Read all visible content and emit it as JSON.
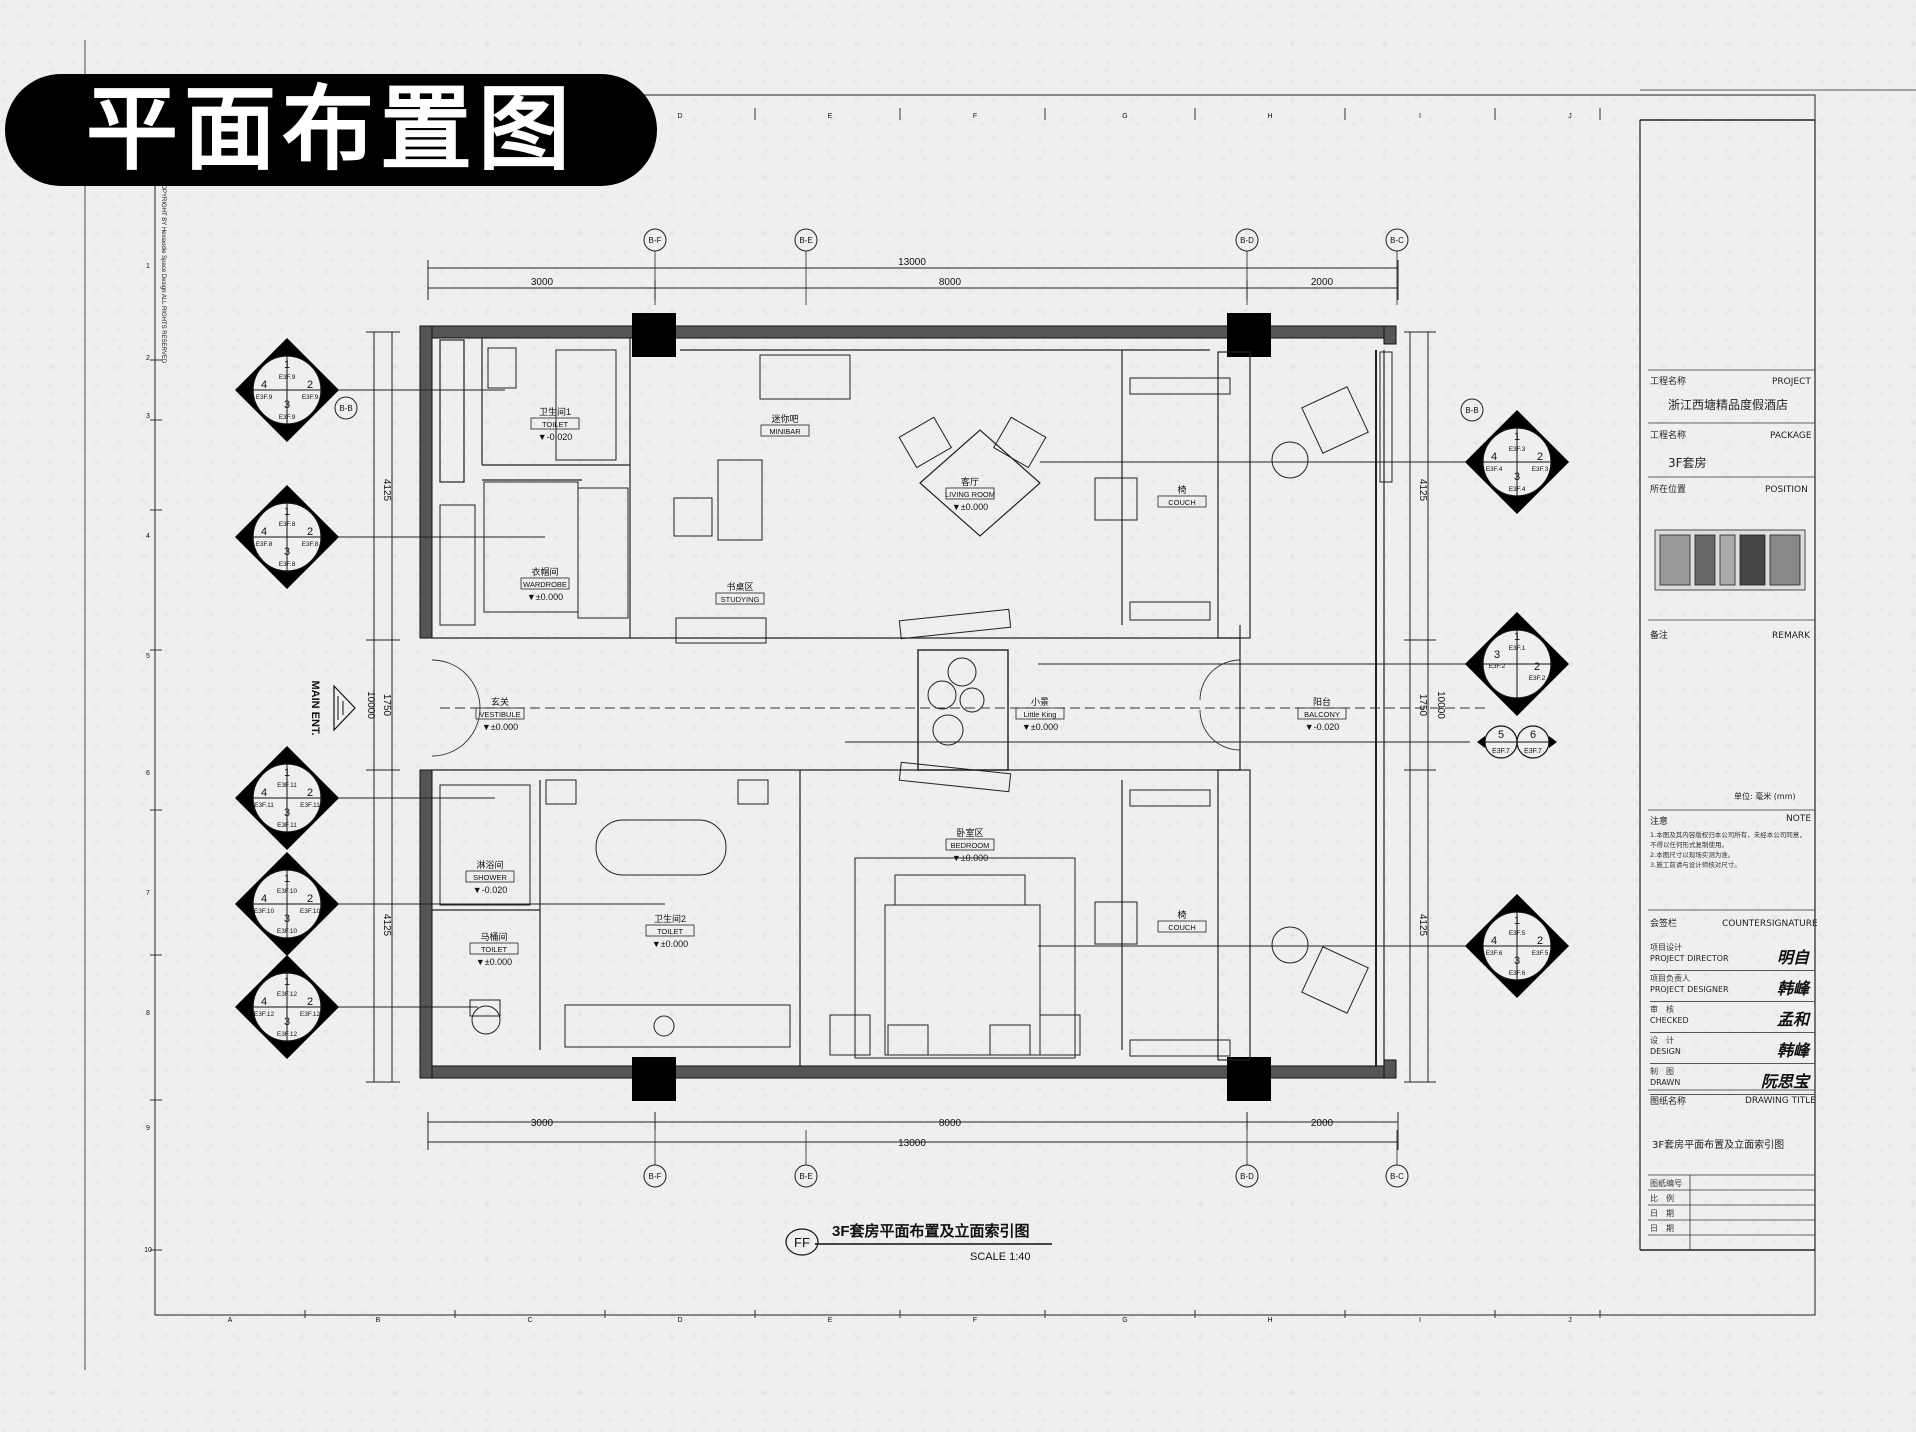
{
  "banner": {
    "title": "平面布置图"
  },
  "grid_columns_top": [
    "D",
    "E",
    "F",
    "G",
    "H",
    "I",
    "J"
  ],
  "grid_columns_bottom": [
    "A",
    "B",
    "C",
    "D",
    "E",
    "F",
    "G",
    "H",
    "I",
    "J"
  ],
  "grid_rows": [
    "1",
    "2",
    "3",
    "4",
    "5",
    "6",
    "7",
    "8",
    "9",
    "10"
  ],
  "axes_labels": [
    "B-F",
    "B-E",
    "B-D",
    "B-C"
  ],
  "dims": {
    "total": "13000",
    "seg1": "3000",
    "seg2": "8000",
    "seg3": "2000",
    "left_h1": "4125",
    "left_h2": "1750",
    "left_h3": "4125",
    "left_total": "10000",
    "right_total": "10000",
    "right_h2": "1750"
  },
  "rooms": {
    "toilet1": {
      "cn": "卫生间1",
      "en": "TOILET",
      "level": "▼-0.020"
    },
    "minibar": {
      "cn": "迷你吧",
      "en": "MINIBAR"
    },
    "living": {
      "cn": "客厅",
      "en": "LIVING ROOM",
      "level": "▼±0.000"
    },
    "couch1": {
      "cn": "椅",
      "en": "COUCH"
    },
    "wardrobe": {
      "cn": "衣帽间",
      "en": "WARDROBE",
      "level": "▼±0.000"
    },
    "studying": {
      "cn": "书桌区",
      "en": "STUDYING"
    },
    "vestibule": {
      "cn": "玄关",
      "en": "VESTIBULE",
      "level": "▼±0.000"
    },
    "littleking": {
      "cn": "小景",
      "en": "Little King",
      "level": "▼±0.000"
    },
    "balcony": {
      "cn": "阳台",
      "en": "BALCONY",
      "level": "▼-0.020"
    },
    "shower": {
      "cn": "淋浴间",
      "en": "SHOWER",
      "level": "▼-0.020"
    },
    "toilet2": {
      "cn": "卫生间2",
      "en": "TOILET",
      "level": "▼±0.000"
    },
    "wc": {
      "cn": "马桶间",
      "en": "TOILET",
      "level": "▼±0.000"
    },
    "bedroom": {
      "cn": "卧室区",
      "en": "BEDROOM",
      "level": "▼±0.000"
    },
    "couch2": {
      "cn": "椅",
      "en": "COUCH"
    }
  },
  "main_entrance": "MAIN ENT.",
  "copyright": "COPYRIGHT BY Hexiaodie Space Design ALL RIGHTS RESERVED",
  "drawing": {
    "title": "3F套房平面布置及立面索引图",
    "scale": "SCALE 1:40",
    "badge": "FF"
  },
  "title_block": {
    "project_label_cn": "工程名称",
    "project_label_en": "PROJECT",
    "project_name": "浙江西塘精品度假酒店",
    "package_label_cn": "工程名称",
    "package_label_en": "PACKAGE",
    "package_name": "3F套房",
    "position_label_cn": "所在位置",
    "position_label_en": "POSITION",
    "remark_label_cn": "备注",
    "remark_label_en": "REMARK",
    "unit": "单位: 毫米 (mm)",
    "note_label_cn": "注意",
    "note_label_en": "NOTE",
    "notes": [
      "1.本图及其内容版权归本公司所有，未经本公司同意，",
      "  不得以任何形式复制使用。",
      "2.本图尺寸以现场实测为准。",
      "3.施工前请与设计师核对尺寸。"
    ],
    "counter_label_cn": "会签栏",
    "counter_label_en": "COUNTERSIGNATURE",
    "roles": [
      {
        "cn": "项目设计",
        "en": "PROJECT DIRECTOR",
        "sign": "明自"
      },
      {
        "cn": "项目负责人",
        "en": "PROJECT DESIGNER",
        "sign": "韩峰"
      },
      {
        "cn": "审　核",
        "en": "CHECKED",
        "sign": "孟和"
      },
      {
        "cn": "设　计",
        "en": "DESIGN",
        "sign": "韩峰"
      },
      {
        "cn": "制　图",
        "en": "DRAWN",
        "sign": "阮思宝"
      }
    ],
    "drawing_label_cn": "图纸名称",
    "drawing_label_en": "DRAWING TITLE",
    "drawing_name": "3F套房平面布置及立面索引图",
    "footer_rows": [
      "图纸编号",
      "比　例",
      "日　期",
      "日　期"
    ]
  },
  "index_symbols": [
    {
      "labels": [
        "1",
        "2",
        "3",
        "4"
      ],
      "codes": [
        "E3F.9",
        "E3F.9",
        "E3F.9",
        "E3F.9"
      ]
    },
    {
      "labels": [
        "1",
        "2",
        "3",
        "4"
      ],
      "codes": [
        "E3F.8",
        "E3F.8",
        "E3F.8",
        "E3F.8"
      ]
    },
    {
      "labels": [
        "1",
        "2",
        "3",
        "4"
      ],
      "codes": [
        "E3F.11",
        "E3F.11",
        "E3F.11",
        "E3F.11"
      ]
    },
    {
      "labels": [
        "1",
        "2",
        "3",
        "4"
      ],
      "codes": [
        "E3F.10",
        "E3F.10",
        "E3F.10",
        "E3F.10"
      ]
    },
    {
      "labels": [
        "1",
        "2",
        "3",
        "4"
      ],
      "codes": [
        "E3F.12",
        "E3F.12",
        "E3F.12",
        "E3F.12"
      ]
    },
    {
      "labels": [
        "1",
        "2",
        "3",
        "4"
      ],
      "codes": [
        "E3F.3",
        "E3F.3",
        "E3F.4",
        "E3F.4"
      ]
    },
    {
      "labels": [
        "1",
        "2",
        "3"
      ],
      "codes": [
        "E3F.1",
        "E3F.2",
        "E3F.2"
      ]
    },
    {
      "labels": [
        "5",
        "6"
      ],
      "codes": [
        "E3F.7",
        "E3F.7"
      ]
    },
    {
      "labels": [
        "1",
        "2",
        "3",
        "4"
      ],
      "codes": [
        "E3F.5",
        "E3F.5",
        "E3F.6",
        "E3F.6"
      ]
    }
  ]
}
